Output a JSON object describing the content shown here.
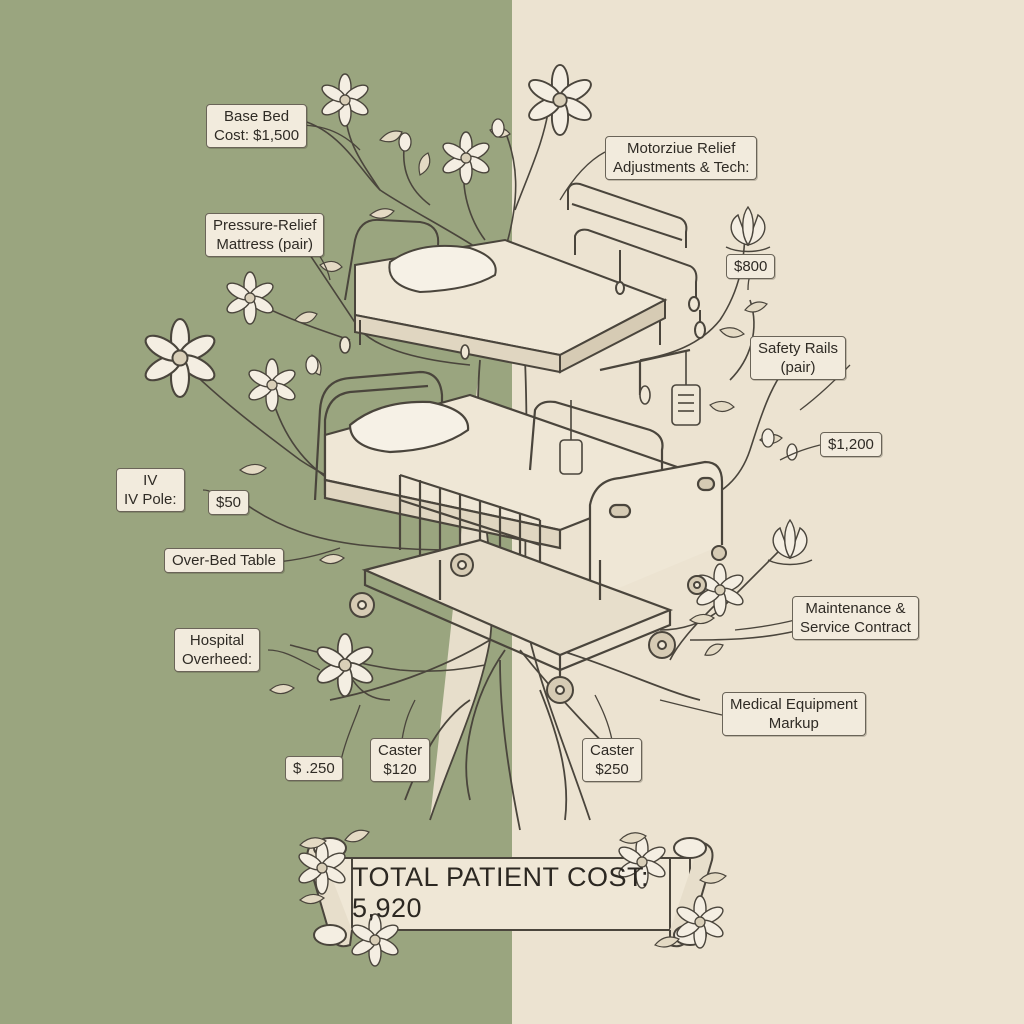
{
  "colors": {
    "left_background": "#9aa57f",
    "right_background": "#ece3d1",
    "ink": "#4a453c",
    "tag_fill": "#f2ebdd"
  },
  "labels": {
    "base_bed": [
      "Base Bed",
      "Cost: $1,500"
    ],
    "pressure_relief": [
      "Pressure-Relief",
      "Mattress (pair)"
    ],
    "iv_pole": [
      "IV",
      "IV Pole:"
    ],
    "iv_pole_price": "$50",
    "over_bed_table": "Over-Bed Table",
    "hospital_overhead": [
      "Hospital",
      "Overheed:"
    ],
    "overhead_price": "$ .250",
    "caster_left": [
      "Caster",
      "$120"
    ],
    "caster_right": [
      "Caster",
      "$250"
    ],
    "motorized": [
      "Motorziue Relief",
      "Adjustments & Tech:"
    ],
    "motorized_price": "$800",
    "safety_rails": [
      "Safety Rails",
      "(pair)"
    ],
    "safety_rails_price": "$1,200",
    "maintenance": [
      "Maintenance &",
      "Service Contract"
    ],
    "markup": [
      "Medical Equipment",
      "Markup"
    ]
  },
  "banner": {
    "text": "TOTAL PATIENT COST: 5,920"
  },
  "icons": [
    "hospital-bed-illustration",
    "tree-roots-illustration",
    "flower-icon",
    "scroll-banner-icon"
  ]
}
